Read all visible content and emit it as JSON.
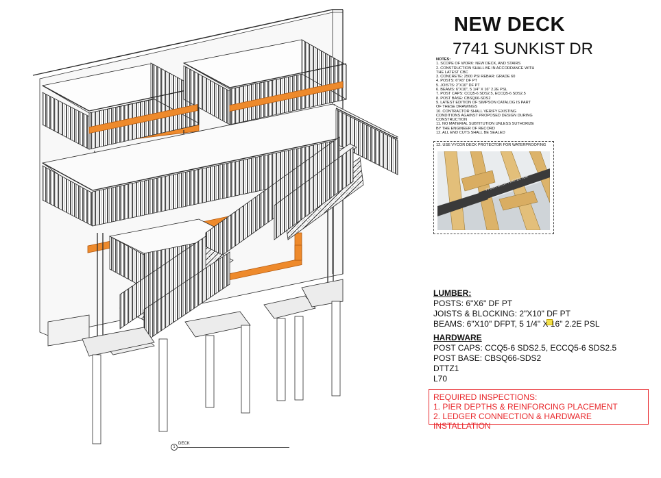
{
  "title": "NEW DECK",
  "address": "7741 SUNKIST DR",
  "notes": {
    "heading": "NOTES:",
    "lines": [
      "1. SCOPE OF WORK: NEW DECK, AND STAIRS",
      "2. CONSTRUCTION SHALL BE IN ACCORDANCE WITH",
      "THE LATEST CBC",
      "3. CONCRETE: 2500 PSI REBAR: GRADE 60",
      "4. POSTS: 6\"X6\" DF PT",
      "5. JOISTS: 2\"X10\" DF PT",
      "6. BEAMS: 6\"X10\", 5 1/4\" X 16\" 2.2E PSL",
      "7. POST CAPS: CCQ5-6 SDS2.5, ECCQ5-6 SDS2.5",
      "8. POST BASE: CBSQ66-SDS2",
      "9. LATEST EDITION OF SIMPSON CATALOG IS PART",
      "OF THESE DRAWINGS",
      "10. CONTRACTOR SHALL VERIFY EXISTING",
      "CONDITIONS AGAINST PROPOSED DESIGN DURING",
      "CONSTRUCTION",
      "11. NO MATERIAL SUBTITUTION UNLESS SUTHORIZE",
      "BY THE ENGINEER OF RECORD",
      "12. ALL END CUTS SHALL BE SEALED"
    ]
  },
  "photo_note": "12. USE VYCOR DECK PROTECTOR FOR WATERPROOFING",
  "photo_brand_text": "VYCOR DECK PROTECTOR",
  "lumber": {
    "heading": "LUMBER:",
    "items": [
      "POSTS: 6\"X6\" DF PT",
      "JOISTS & BLOCKING: 2\"X10\" DF PT",
      "BEAMS: 6\"X10\" DFPT, 5 1/4\" X 16\" 2.2E PSL"
    ]
  },
  "hardware": {
    "heading": "HARDWARE",
    "items": [
      "POST CAPS: CCQ5-6 SDS2.5, ECCQ5-6 SDS2.5",
      "POST BASE: CBSQ66-SDS2",
      "DTTZ1",
      "L70"
    ]
  },
  "inspections": {
    "heading": "REQUIRED INSPECTIONS:",
    "items": [
      "1. PIER DEPTHS & REINFORCING PLACEMENT",
      "2. LEDGER CONNECTION & HARDWARE INSTALLATION"
    ]
  },
  "drawing_label": {
    "number": "1",
    "name": "DECK"
  },
  "colors": {
    "beam": "#ee8a2c",
    "line": "#2a2a2a",
    "inspection": "#e8262a",
    "wood": "#e3bf7a"
  }
}
